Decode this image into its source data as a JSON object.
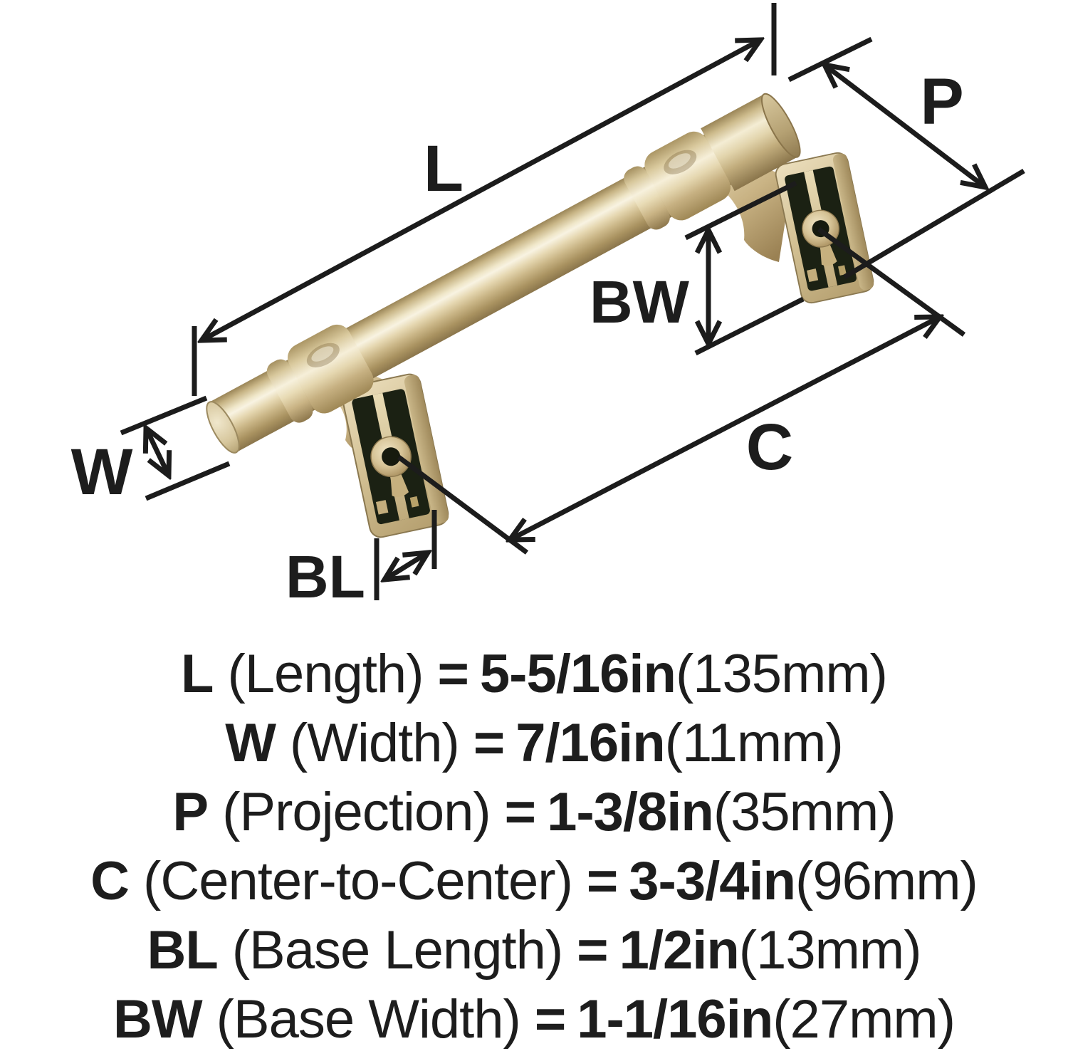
{
  "diagram": {
    "labels": {
      "L": "L",
      "W": "W",
      "P": "P",
      "C": "C",
      "BL": "BL",
      "BW": "BW"
    },
    "colors": {
      "arrow": "#1c1c1c",
      "text": "#1d1d1d",
      "metal_highlight": "#f8f3e2",
      "metal_mid": "#cab687",
      "metal_shadow": "#8a754b",
      "slot_dark": "#1b2113",
      "background": "#ffffff"
    }
  },
  "spec_rows": [
    {
      "symbol": "L",
      "name": "(Length)",
      "eq": "=",
      "value": "5-5/16in",
      "metric": "(135mm)"
    },
    {
      "symbol": "W",
      "name": "(Width)",
      "eq": "=",
      "value": "7/16in",
      "metric": "(11mm)"
    },
    {
      "symbol": "P",
      "name": "(Projection)",
      "eq": "=",
      "value": "1-3/8in",
      "metric": "(35mm)"
    },
    {
      "symbol": "C",
      "name": "(Center-to-Center)",
      "eq": "=",
      "value": "3-3/4in",
      "metric": "(96mm)"
    },
    {
      "symbol": "BL",
      "name": "(Base Length)",
      "eq": "=",
      "value": "1/2in",
      "metric": "(13mm)"
    },
    {
      "symbol": "BW",
      "name": "(Base Width)",
      "eq": "=",
      "value": "1-1/16in",
      "metric": "(27mm)"
    }
  ]
}
